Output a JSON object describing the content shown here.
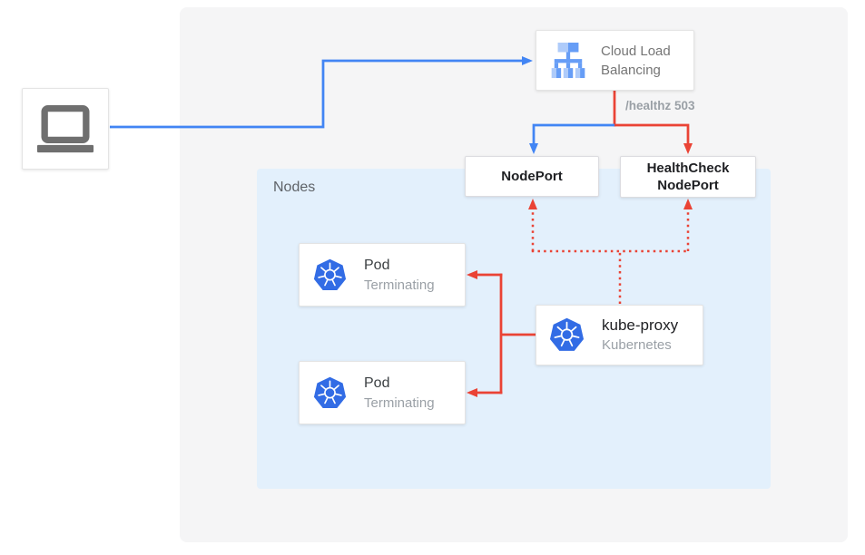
{
  "colors": {
    "line_blue": "#4285f4",
    "line_red": "#ea4335",
    "panel_bg": "#f5f5f6",
    "nodes_bg": "#e3f0fc",
    "card_border": "#e4e4e4",
    "text_dark": "#202124",
    "text_gray": "#757575",
    "text_muted": "#9aa0a6",
    "k8s_blue": "#326ce5",
    "icon_gray": "#6f6f6f",
    "lb_light": "#aecbfa",
    "lb_mid": "#669df6"
  },
  "client": {
    "icon": "laptop-icon"
  },
  "clb": {
    "label": "Cloud Load Balancing",
    "icon": "load-balancer-icon"
  },
  "healthz": {
    "label": "/healthz 503"
  },
  "nodeport": {
    "label": "NodePort"
  },
  "healthcheck_nodeport": {
    "label": "HealthCheck NodePort"
  },
  "nodes_group": {
    "label": "Nodes"
  },
  "kube_proxy": {
    "title": "kube-proxy",
    "subtitle": "Kubernetes",
    "icon": "kubernetes-icon"
  },
  "pods": [
    {
      "title": "Pod",
      "status": "Terminating",
      "icon": "kubernetes-icon"
    },
    {
      "title": "Pod",
      "status": "Terminating",
      "icon": "kubernetes-icon"
    }
  ]
}
